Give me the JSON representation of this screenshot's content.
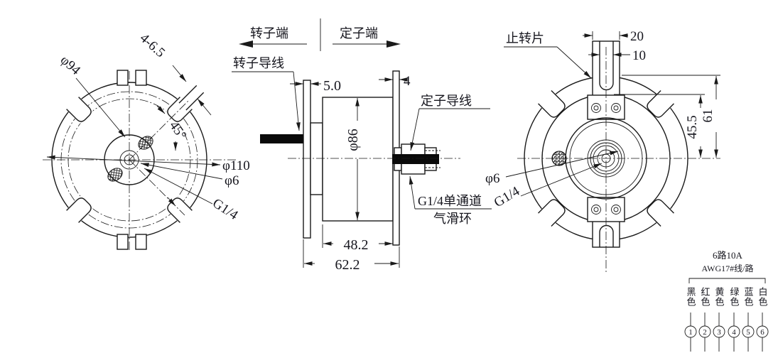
{
  "drawing": {
    "left_view": {
      "dim_phi94": "φ94",
      "dim_mount_holes": "4-6.5",
      "dim_angle": "45°",
      "dim_phi110": "φ110",
      "dim_phi6": "φ6",
      "dim_g14": "G1/4"
    },
    "middle_view": {
      "rotor_end_label": "转子端",
      "stator_end_label": "定子端",
      "rotor_lead_label": "转子导线",
      "stator_lead_label": "定子导线",
      "dim_rotor_flange": "5.0",
      "dim_stator_flange": "4",
      "dim_body_dia": "φ86",
      "dim_body_len": "48.2",
      "dim_overall_len": "62.2",
      "air_channel_line1": "G1/4单通道",
      "air_channel_line2": "气滑环"
    },
    "right_view": {
      "stop_tab_label": "止转片",
      "dim_tab_width": "20",
      "dim_slot_width": "10",
      "dim_slot_depth": "45.5",
      "dim_tab_height": "61",
      "dim_phi6": "φ6",
      "dim_g14": "G1/4"
    },
    "wire_table": {
      "spec_line1": "6路10A",
      "spec_line2": "AWG17#线/路",
      "colors": [
        "黑色",
        "红色",
        "黄色",
        "绿色",
        "蓝色",
        "白色"
      ],
      "circuits": [
        "1",
        "2",
        "3",
        "4",
        "5",
        "6"
      ]
    }
  }
}
